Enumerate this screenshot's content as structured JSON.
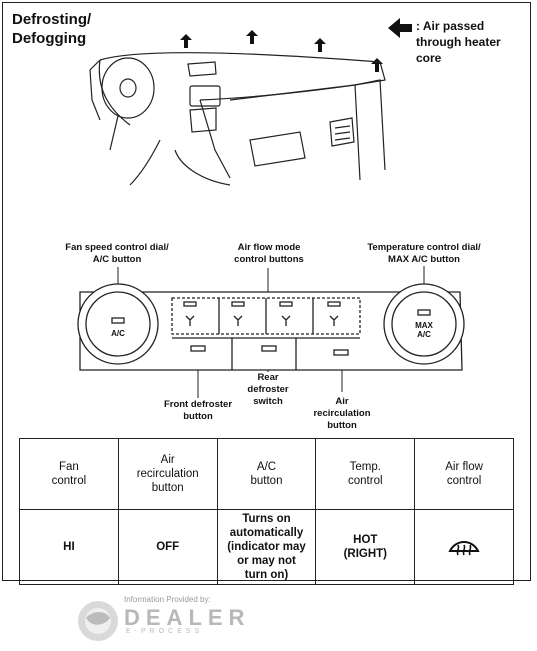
{
  "title": "Defrosting/\nDefogging",
  "legend": {
    "icon": "arrow-left-icon",
    "text": ": Air passed\nthrough heater\ncore"
  },
  "callouts": {
    "fan_speed": "Fan speed control dial/\nA/C button",
    "air_flow_mode": "Air flow mode\ncontrol buttons",
    "temperature": "Temperature control dial/\nMAX A/C button",
    "front_defroster": "Front defroster\nbutton",
    "rear_defroster": "Rear\ndefroster\nswitch",
    "air_recirculation": "Air\nrecirculation\nbutton"
  },
  "panel": {
    "left_dial_label": "A/C",
    "right_dial_label": "MAX\nA/C"
  },
  "table": {
    "headers": [
      "Fan\ncontrol",
      "Air\nrecirculation\nbutton",
      "A/C\nbutton",
      "Temp.\ncontrol",
      "Air flow\ncontrol"
    ],
    "values": [
      "HI",
      "OFF",
      "Turns on\nautomatically\n(indicator may\nor may not\nturn on)",
      "HOT\n(RIGHT)"
    ],
    "air_flow_icon": "front-defrost-icon"
  },
  "footer": {
    "provided_by": "Information Provided by:",
    "brand": "DEALER",
    "brand_sub": "E-PROCESS"
  }
}
